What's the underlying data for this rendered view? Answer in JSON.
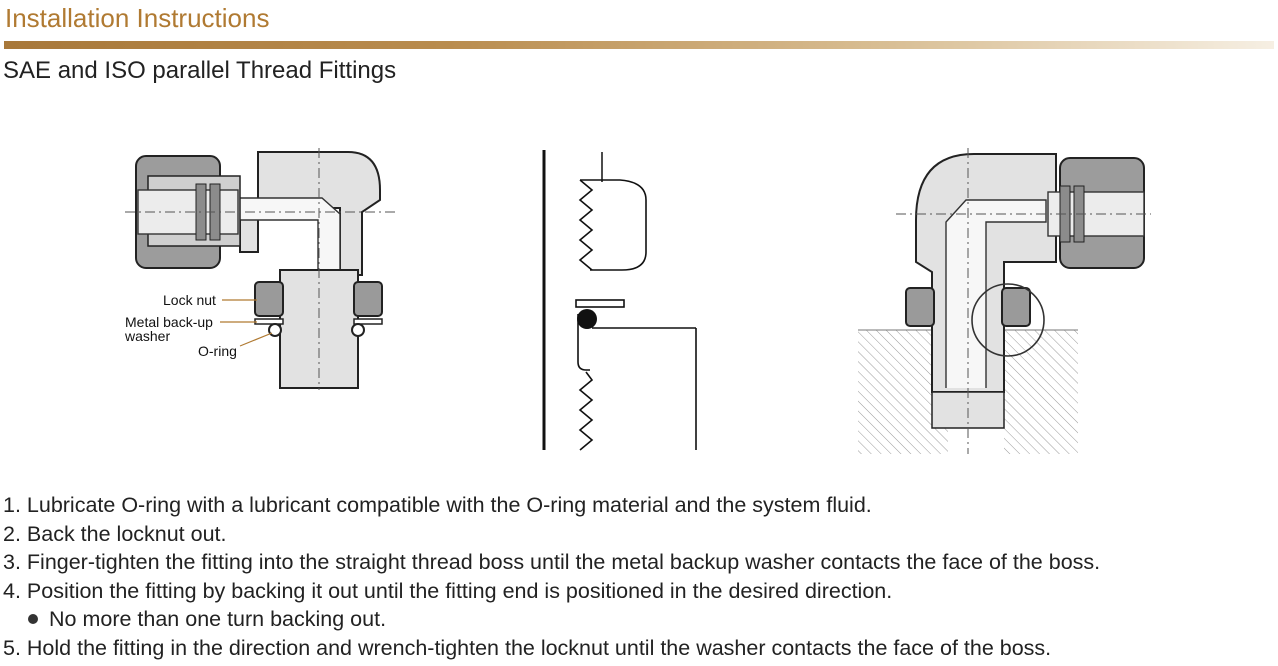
{
  "header": {
    "title": "Installation Instructions",
    "subtitle": "SAE and ISO parallel Thread Fittings"
  },
  "figure1": {
    "lock_nut_label": "Lock nut",
    "washer_label_line1": "Metal back-up",
    "washer_label_line2": "washer",
    "oring_label": "O-ring"
  },
  "steps": [
    "1. Lubricate O-ring with a lubricant compatible with the O-ring material and the system fluid.",
    "2. Back the locknut out.",
    "3. Finger-tighten the fitting into the straight thread boss until the metal backup washer contacts the face of the boss.",
    "4. Position the fitting by backing it out until the fitting end is positioned in the desired direction."
  ],
  "sub_bullet": "No more than one turn backing out.",
  "step5": "5. Hold the fitting in the direction and wrench-tighten the locknut until the washer contacts the face of the boss.",
  "colors": {
    "title": "#b07a32",
    "body_fill": "#e2e2e2",
    "nut_fill": "#9a9a9a",
    "outline": "#222222"
  }
}
